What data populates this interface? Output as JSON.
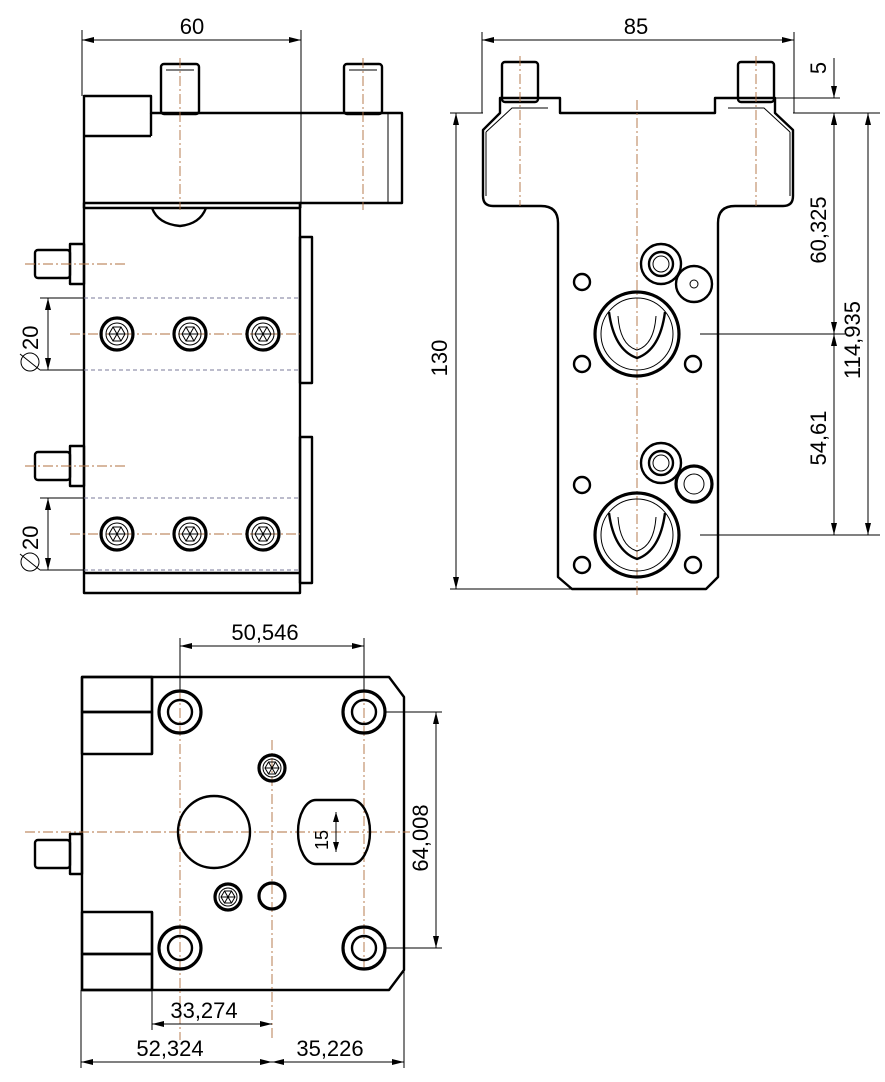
{
  "dimensions": {
    "side_width": "60",
    "front_width": "85",
    "small_offset": "5",
    "height_total": "130",
    "upper_offset": "60,325",
    "overall_offset": "114,935",
    "lower_offset": "54,61",
    "bore_upper": "20",
    "bore_lower": "20",
    "top_hole_spacing": "50,546",
    "top_vertical_spacing": "64,008",
    "slot_width": "15",
    "inner_offset": "33,274",
    "left_offset": "52,324",
    "right_offset": "35,226"
  }
}
